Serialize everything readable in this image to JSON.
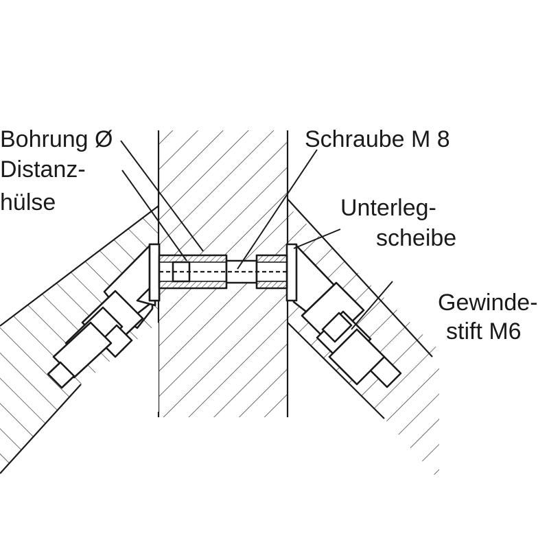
{
  "labels": {
    "bohrung": "Bohrung Ø",
    "distanz_1": "Distanz-",
    "distanz_2": "hülse",
    "schraube": "Schraube M 8",
    "unterleg_1": "Unterleg-",
    "unterleg_2": "scheibe",
    "gewinde_1": "Gewinde-",
    "gewinde_2": "stift M6"
  },
  "colors": {
    "line": "#1a1a1a",
    "background": "#ffffff",
    "washer_fill": "#d9d9d9"
  }
}
